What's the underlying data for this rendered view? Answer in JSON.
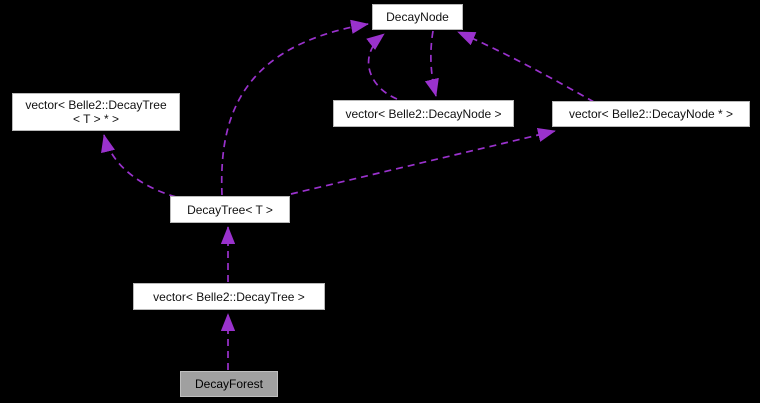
{
  "diagram": {
    "kind": "class-collaboration-graph",
    "background_color": "#000000",
    "edge_color": "#9a32cd",
    "edge_style": "dashed",
    "node_fill_color": "#ffffff",
    "selected_node_fill_color": "#a0a0a0",
    "node_text_color": "#000000"
  },
  "nodes": {
    "decay_node": {
      "label": "DecayNode"
    },
    "vector_decay_tree_ptr": {
      "label_line1": "vector< Belle2::DecayTree",
      "label_line2": "< T > * >"
    },
    "vector_decay_node": {
      "label": "vector< Belle2::DecayNode >"
    },
    "vector_decay_node_ptr": {
      "label": "vector< Belle2::DecayNode * >"
    },
    "decay_tree_t": {
      "label": "DecayTree< T >"
    },
    "vector_decay_tree": {
      "label": "vector< Belle2::DecayTree >"
    },
    "decay_forest": {
      "label": "DecayForest"
    }
  },
  "edges": [
    {
      "from": "DecayForest",
      "to": "vector< Belle2::DecayTree >",
      "style": "dashed"
    },
    {
      "from": "vector< Belle2::DecayTree >",
      "to": "DecayTree< T >",
      "style": "dashed"
    },
    {
      "from": "DecayTree< T >",
      "to": "vector< Belle2::DecayTree < T > * >",
      "style": "dashed"
    },
    {
      "from": "DecayTree< T >",
      "to": "DecayNode",
      "style": "dashed"
    },
    {
      "from": "DecayTree< T >",
      "to": "vector< Belle2::DecayNode * >",
      "style": "dashed"
    },
    {
      "from": "DecayNode",
      "to": "vector< Belle2::DecayNode >",
      "style": "dashed"
    },
    {
      "from": "vector< Belle2::DecayNode >",
      "to": "DecayNode",
      "style": "dashed"
    },
    {
      "from": "vector< Belle2::DecayNode * >",
      "to": "DecayNode",
      "style": "dashed"
    }
  ]
}
